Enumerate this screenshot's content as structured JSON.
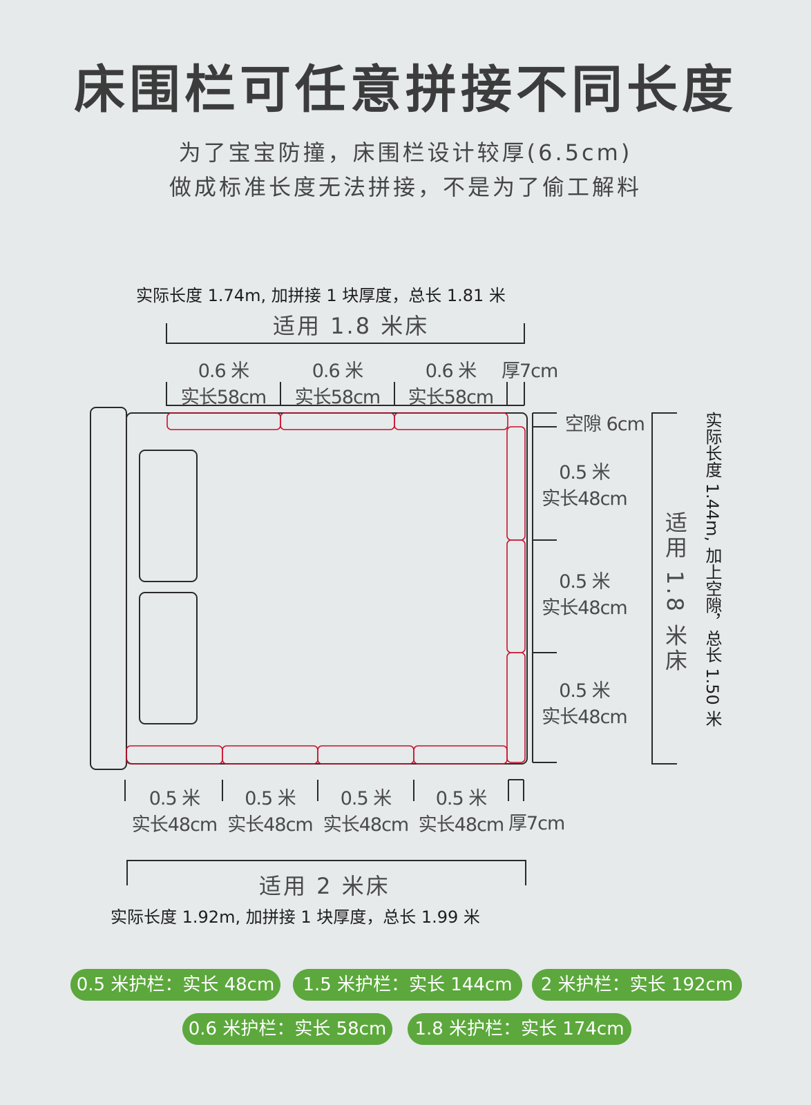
{
  "title": "床围栏可任意拼接不同长度",
  "subtitle": [
    "为了宝宝防撞，床围栏设计较厚(6.5cm)",
    "做成标准长度无法拼接，不是为了偷工解料"
  ],
  "top": {
    "note": "实际长度 1.74m, 加拼接 1 块厚度，总长 1.81 米",
    "fit": "适用 1.8 米床",
    "segments": [
      {
        "size": "0.6 米",
        "actual": "实长58cm"
      },
      {
        "size": "0.6 米",
        "actual": "实长58cm"
      },
      {
        "size": "0.6 米",
        "actual": "实长58cm"
      }
    ],
    "thickness": "厚7cm"
  },
  "right": {
    "gap": "空隙 6cm",
    "segments": [
      {
        "size": "0.5 米",
        "actual": "实长48cm"
      },
      {
        "size": "0.5 米",
        "actual": "实长48cm"
      },
      {
        "size": "0.5 米",
        "actual": "实长48cm"
      }
    ],
    "fit": "适用 1.8 米床",
    "note": "实际长度 1.44m, 加上空隙，总长 1.50 米"
  },
  "bottom": {
    "segments": [
      {
        "size": "0.5 米",
        "actual": "实长48cm"
      },
      {
        "size": "0.5 米",
        "actual": "实长48cm"
      },
      {
        "size": "0.5 米",
        "actual": "实长48cm"
      },
      {
        "size": "0.5 米",
        "actual": "实长48cm"
      }
    ],
    "thickness": "厚7cm",
    "fit": "适用 2 米床",
    "note": "实际长度 1.92m, 加拼接 1 块厚度，总长 1.99 米"
  },
  "pills": [
    "0.5 米护栏：实长 48cm",
    "1.5 米护栏：实长 144cm",
    "2 米护栏：实长 192cm",
    "0.6 米护栏：实长 58cm",
    "1.8 米护栏：实长 174cm"
  ],
  "colors": {
    "background": "#e6eaea",
    "rail": "#c8102e",
    "pill": "#5ca83c",
    "line": "#2a2a2a"
  }
}
